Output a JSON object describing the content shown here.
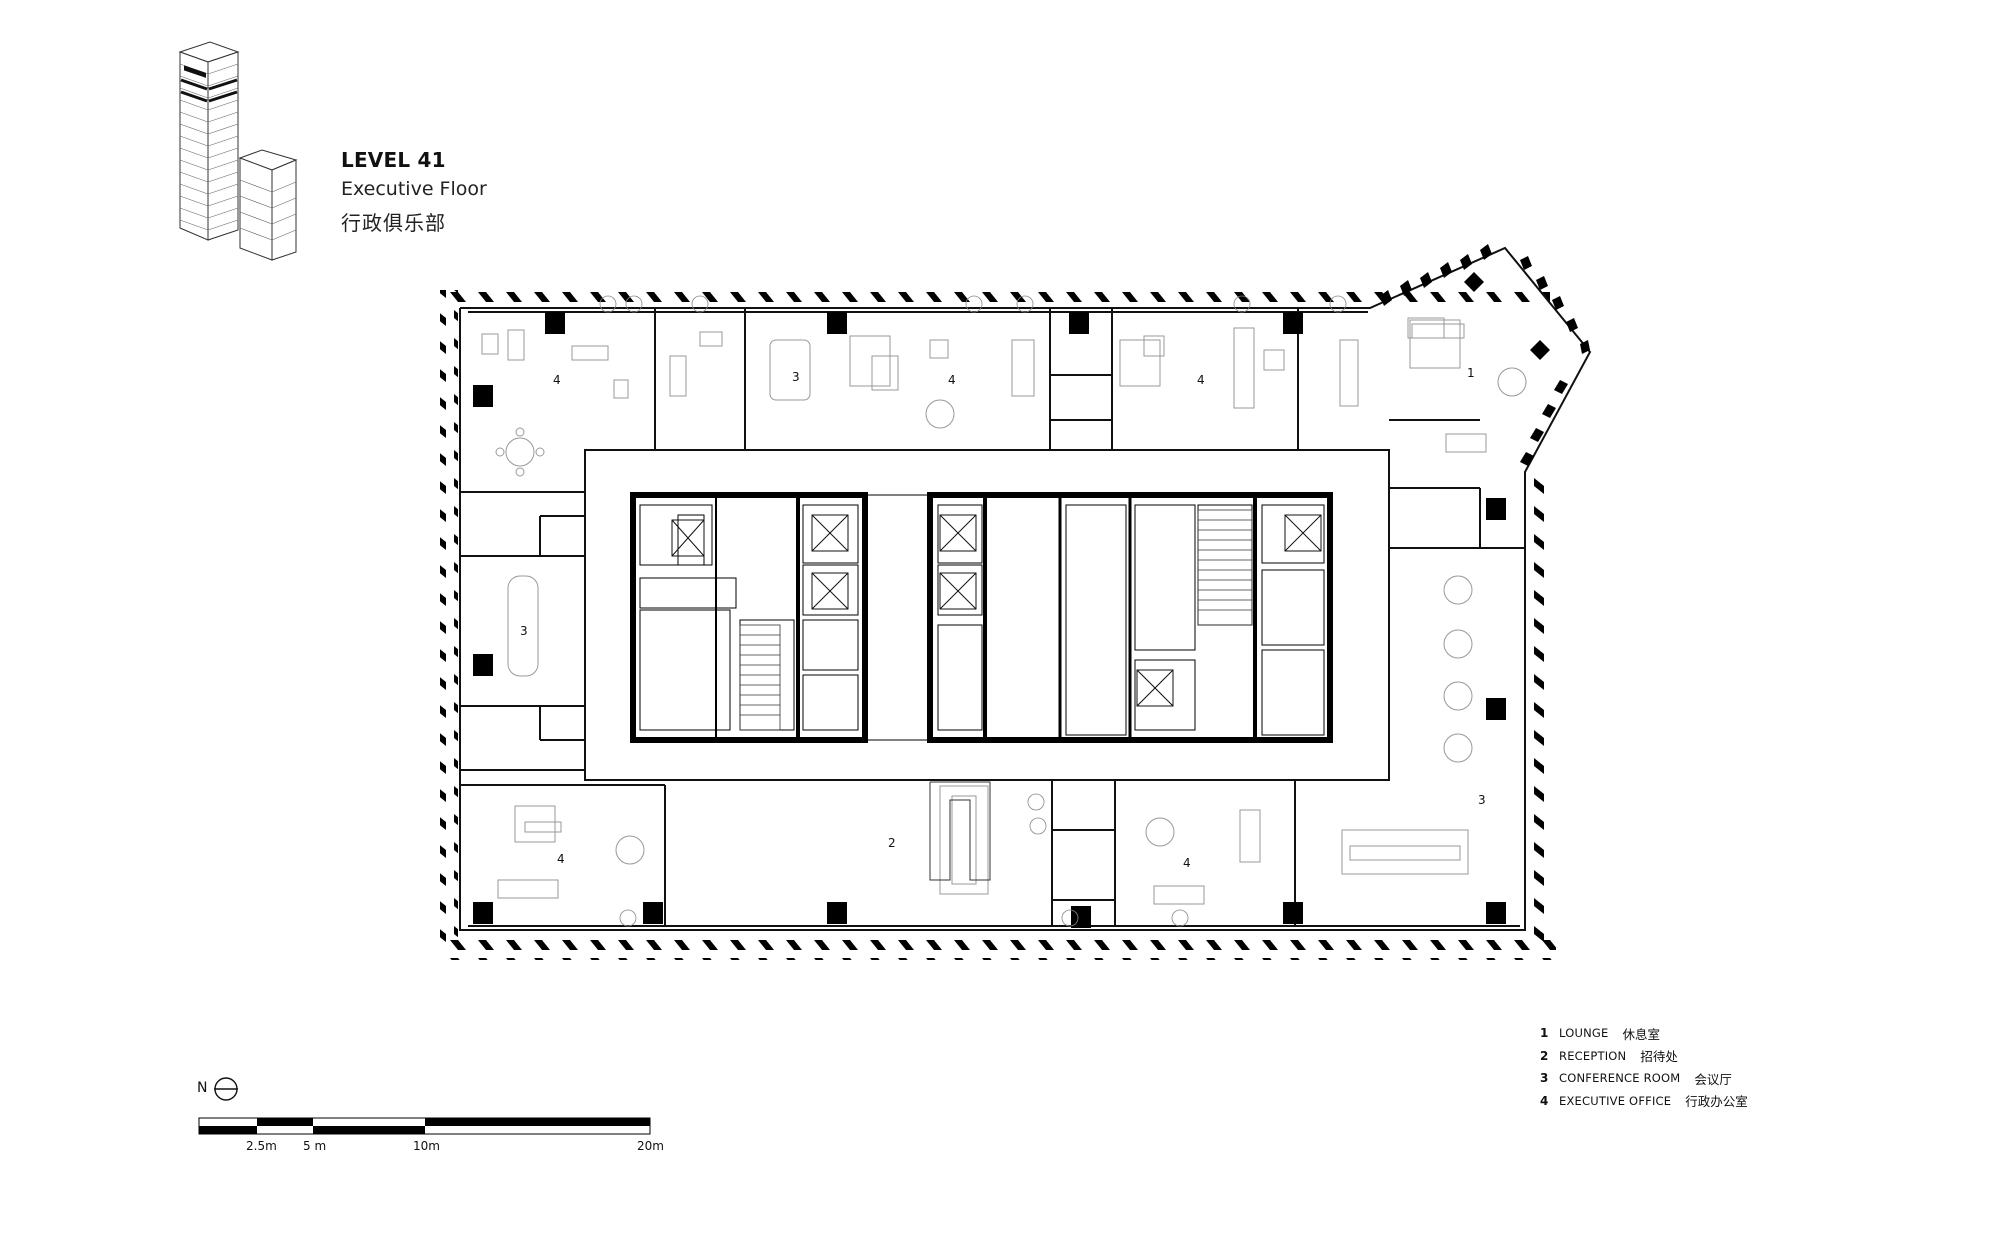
{
  "title": {
    "level": "LEVEL 41",
    "subtitle": "Executive Floor",
    "subtitle_cn": "行政俱乐部"
  },
  "legend": [
    {
      "num": "1",
      "en": "LOUNGE",
      "cn": "休息室"
    },
    {
      "num": "2",
      "en": "RECEPTION",
      "cn": "招待处"
    },
    {
      "num": "3",
      "en": "CONFERENCE ROOM",
      "cn": "会议厅"
    },
    {
      "num": "4",
      "en": "EXECUTIVE OFFICE",
      "cn": "行政办公室"
    }
  ],
  "north_label": "N",
  "scale_labels": [
    "2.5m",
    "5 m",
    "10m",
    "20m"
  ],
  "room_labels": [
    "4",
    "3",
    "4",
    "4",
    "1",
    "3",
    "2",
    "4",
    "4",
    "3"
  ]
}
